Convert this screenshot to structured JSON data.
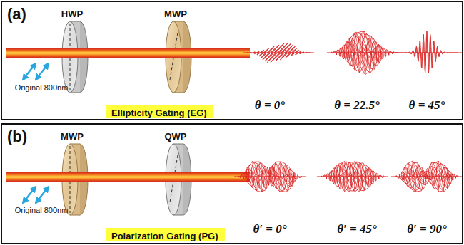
{
  "diagram": {
    "nodes": [
      {
        "text": [
          "(a)"
        ]
      },
      {
        "text": [
          "Ellipticity Gating (EG)"
        ],
        "in": 0
      },
      {
        "text": [
          "(b)"
        ]
      },
      {
        "text": [
          "Polarization Gating (PG)"
        ],
        "in": 2
      }
    ],
    "labels": [
      "HWP",
      "MWP",
      "Original 800nm",
      "θ = 0°",
      "θ = 22.5°",
      "θ = 45°",
      "MWP",
      "QWP",
      "Original 800nm",
      "θ′ = 0°",
      "θ′ = 45°",
      "θ′ = 90°"
    ]
  }
}
